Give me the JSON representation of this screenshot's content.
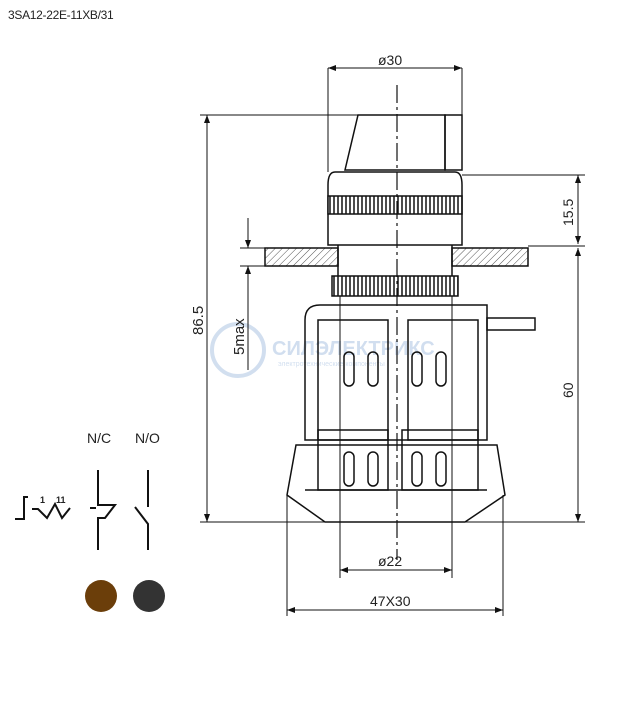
{
  "title": "3SA12-22E-11XB/31",
  "dimensions": {
    "top_diameter": "ø30",
    "total_height": "86.5",
    "bezel_height": "15.5",
    "body_height": "60",
    "panel_thickness": "5max",
    "mount_diameter": "ø22",
    "base_size": "47X30"
  },
  "schematic": {
    "nc_label": "N/C",
    "no_label": "N/O",
    "position_1": "1",
    "position_11": "11"
  },
  "contacts": [
    {
      "name": "N/C",
      "color": "#6b3e0a"
    },
    {
      "name": "N/O",
      "color": "#333333"
    }
  ],
  "watermark": {
    "brand": "СИЛЭЛЕКТРИКС",
    "tagline": "электротехнические компоненты"
  }
}
